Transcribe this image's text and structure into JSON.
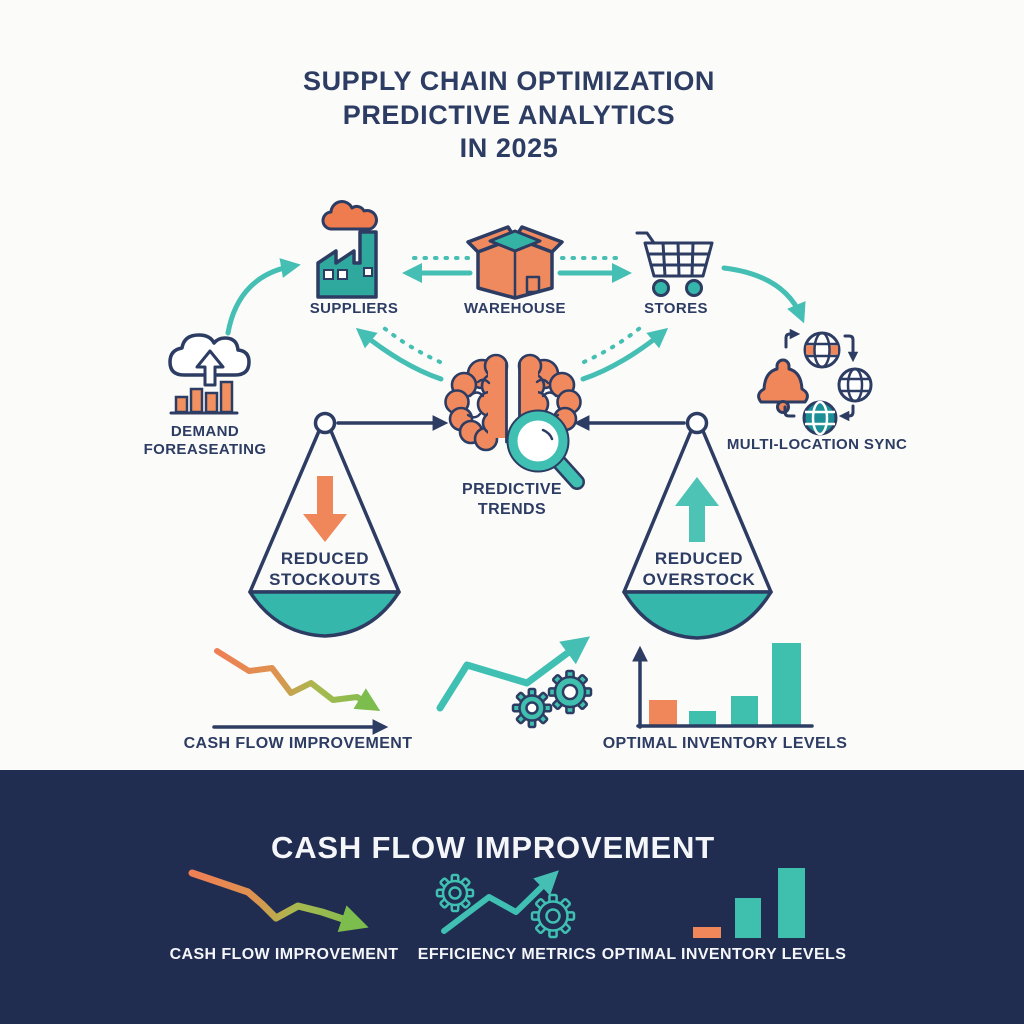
{
  "colors": {
    "teal": "#45bfb3",
    "teal_dark": "#2fa89e",
    "orange": "#f0875a",
    "navy": "#2d3c63",
    "green": "#7cbd4e",
    "footer_bg": "#202c50",
    "background": "#fbfbfa"
  },
  "title": {
    "line1": "SUPPLY CHAIN OPTIMIZATION",
    "line2": "PREDICTIVE ANALYTICS",
    "line3": "IN 2025"
  },
  "flow_nodes": {
    "suppliers": "SUPPLIERS",
    "warehouse": "WAREHOUSE",
    "stores": "STORES"
  },
  "demand_node": {
    "line1": "DEMAND",
    "line2": "FOREASEATING"
  },
  "sync_node": {
    "label": "MULTI-LOCATION SYNC"
  },
  "predictive_node": {
    "line1": "PREDICTIVE",
    "line2": "TRENDS"
  },
  "scales": {
    "left": {
      "line1": "REDUCED",
      "line2": "STOCKOUTS"
    },
    "right": {
      "line1": "REDUCED",
      "line2": "OVERSTOCK"
    }
  },
  "mini_charts": {
    "cash_flow": "CASH FLOW IMPROVEMENT",
    "inventory": "OPTIMAL INVENTORY LEVELS"
  },
  "footer": {
    "title": "CASH FLOW IMPROVEMENT",
    "items": [
      {
        "label": "CASH FLOW IMPROVEMENT"
      },
      {
        "label": "EFFICIENCY METRICS"
      },
      {
        "label": "OPTIMAL INVENTORY LEVELS"
      }
    ]
  }
}
